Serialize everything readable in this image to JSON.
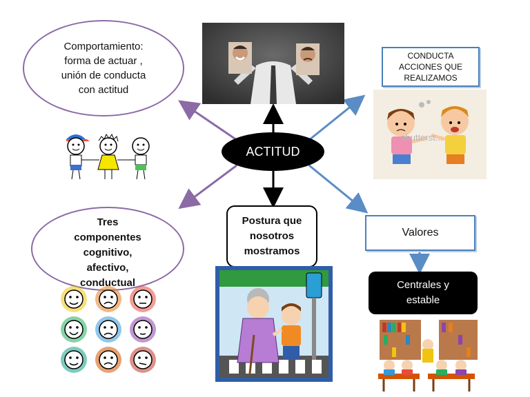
{
  "center": {
    "label": "ACTITUD"
  },
  "nodes": {
    "comportamiento": {
      "lines": [
        "Comportamiento:",
        "forma de actuar ,",
        "unión de conducta",
        "con actitud"
      ]
    },
    "componentes": {
      "lines": [
        "Tres",
        "componentes",
        "cognitivo,",
        "afectivo,",
        "conductual"
      ]
    },
    "postura": {
      "lines": [
        "Postura que",
        "nosotros",
        "mostramos"
      ]
    },
    "conducta": {
      "lines": [
        "CONDUCTA",
        "ACCIONES QUE",
        "REALIZAMOS"
      ]
    },
    "valores": {
      "label": "Valores"
    },
    "centrales": {
      "lines": [
        "Centrales y",
        "estable"
      ]
    }
  },
  "watermark": {
    "text": "shutterst..."
  },
  "colors": {
    "purple_arrow": "#8b6aa6",
    "blue_arrow": "#5a8cc6",
    "black": "#000000"
  }
}
